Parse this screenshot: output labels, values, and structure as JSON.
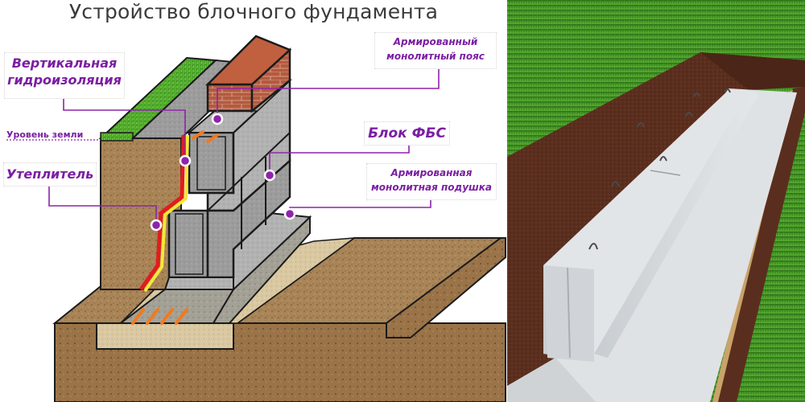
{
  "diagram": {
    "title": "Устройство блочного фундамента",
    "labels": {
      "vertical_waterproofing": [
        "Вертикальная",
        "гидроизоляция"
      ],
      "ground_level": "Уровень земли",
      "insulation": "Утеплитель",
      "reinforced_belt": [
        "Армированный",
        "монолитный пояс"
      ],
      "fbs_block": "Блок ФБС",
      "reinforced_cushion": [
        "Армированная",
        "монолитная подушка"
      ]
    },
    "colors": {
      "label_text": "#7b1fa2",
      "leader_line": "#8e24aa",
      "marker_dot": "#8e24aa",
      "brick": "#b5563c",
      "concrete": "#9b9b9b",
      "soil": "#a88457",
      "sand": "#d8c7a0",
      "grass": "#4caf2a",
      "waterproofing_red": "#e21c1c",
      "insulation_yellow": "#f5e83a",
      "rebar_orange": "#f07a22"
    }
  },
  "photo": {
    "description": "3D render: FBS concrete blocks laid on a monolithic cushion inside a trench cut into a lawn",
    "colors": {
      "grass": "#3f8f22",
      "trench_soil": "#5a2e1e",
      "concrete": "#d9dde0"
    }
  }
}
